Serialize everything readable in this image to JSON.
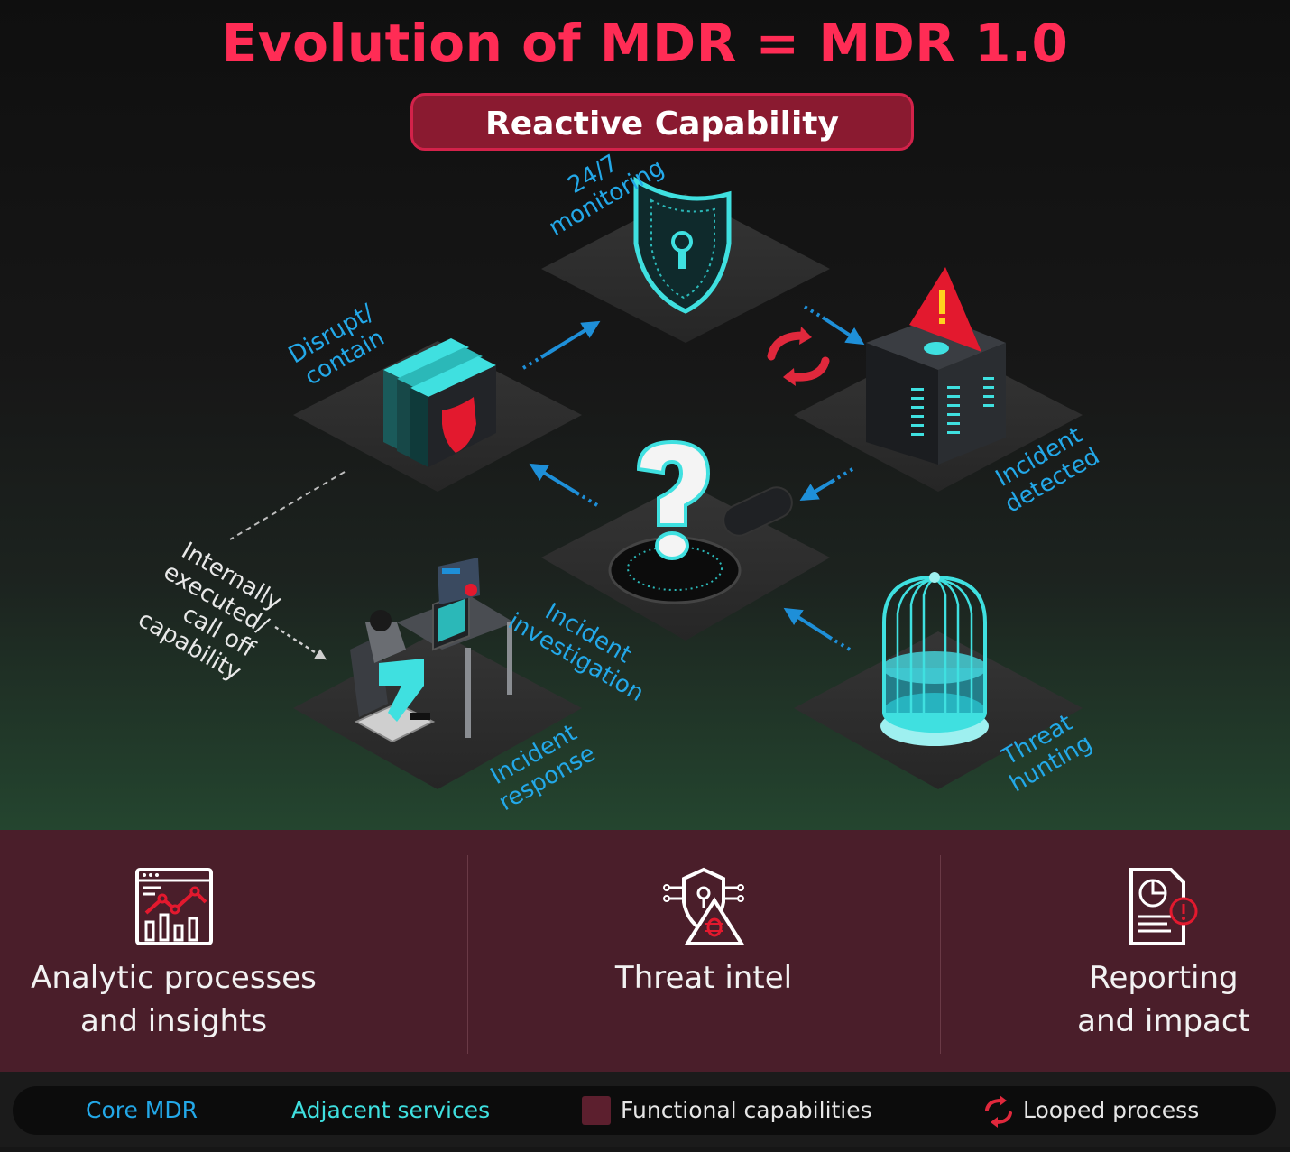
{
  "header": {
    "title": "Evolution of MDR = MDR 1.0",
    "subtitle": "Reactive Capability"
  },
  "diagram": {
    "nodes": [
      {
        "id": "monitoring",
        "label": "24/7 monitoring",
        "icon": "shield-lock-icon"
      },
      {
        "id": "detected",
        "label": "Incident detected",
        "icon": "server-alert-icon"
      },
      {
        "id": "investigation",
        "label": "Incident investigation",
        "icon": "question-magnifier-icon"
      },
      {
        "id": "hunting",
        "label": "Threat hunting",
        "icon": "cage-icon"
      },
      {
        "id": "response",
        "label": "Incident response",
        "icon": "analyst-desk-icon"
      },
      {
        "id": "contain",
        "label": "Disrupt/ contain",
        "icon": "folder-shield-icon"
      }
    ],
    "side_note": "Internally executed/ call off capability",
    "loop_icon": "loop-arrows-icon"
  },
  "functional": [
    {
      "label": "Analytic processes\nand insights",
      "icon": "analytics-chart-icon"
    },
    {
      "label": "Threat intel",
      "icon": "threat-bug-icon"
    },
    {
      "label": "Reporting\nand impact",
      "icon": "report-alert-icon"
    }
  ],
  "legend": {
    "core": "Core MDR",
    "adjacent": "Adjacent services",
    "functional": "Functional capabilities",
    "looped": "Looped process"
  },
  "colors": {
    "accent": "#ff2c55",
    "core_blue": "#23a8e8",
    "cyan": "#3fe0e0",
    "band": "#4a1e2a"
  }
}
